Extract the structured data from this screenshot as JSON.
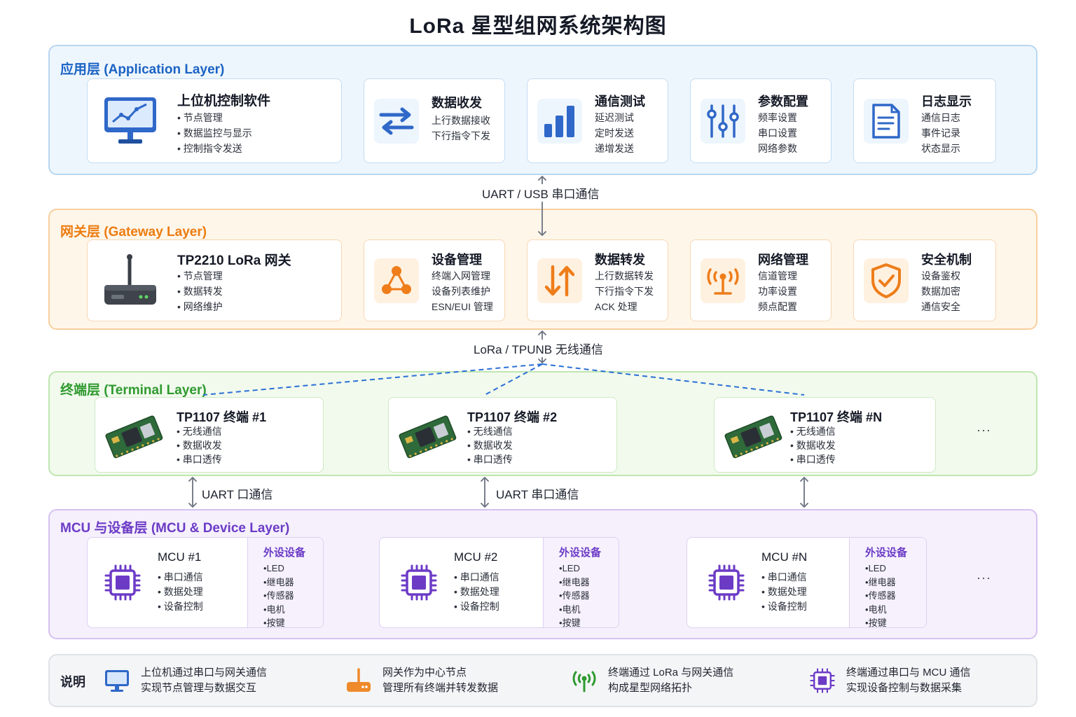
{
  "title": "LoRa 星型组网系统架构图",
  "colors": {
    "app": "#1b63c4",
    "gateway": "#ec7c10",
    "terminal": "#2f9a2f",
    "mcu": "#6c3bc6",
    "connector": "#6b7280",
    "wireless": "#2b6fd6"
  },
  "app_layer": {
    "title": "应用层 (Application Layer)",
    "cards": [
      {
        "icon": "monitor-chart-icon",
        "title": "上位机控制软件",
        "lines": [
          "节点管理",
          "数据监控与显示",
          "控制指令发送"
        ]
      },
      {
        "icon": "swap-arrows-icon",
        "title": "数据收发",
        "lines": [
          "上行数据接收",
          "下行指令下发"
        ]
      },
      {
        "icon": "bar-chart-icon",
        "title": "通信测试",
        "lines": [
          "延迟测试",
          "定时发送",
          "递增发送"
        ]
      },
      {
        "icon": "sliders-icon",
        "title": "参数配置",
        "lines": [
          "频率设置",
          "串口设置",
          "网络参数"
        ]
      },
      {
        "icon": "document-icon",
        "title": "日志显示",
        "lines": [
          "通信日志",
          "事件记录",
          "状态显示"
        ]
      }
    ]
  },
  "conn_app_gateway": "UART / USB 串口通信",
  "gateway_layer": {
    "title": "网关层 (Gateway Layer)",
    "cards": [
      {
        "icon": "gateway-device-icon",
        "title": "TP2210 LoRa 网关",
        "lines": [
          "节点管理",
          "数据转发",
          "网络维护"
        ]
      },
      {
        "icon": "network-nodes-icon",
        "title": "设备管理",
        "lines": [
          "终端入网管理",
          "设备列表维护",
          "ESN/EUI 管理"
        ]
      },
      {
        "icon": "up-down-arrows-icon",
        "title": "数据转发",
        "lines": [
          "上行数据转发",
          "下行指令下发",
          "ACK 处理"
        ]
      },
      {
        "icon": "antenna-signal-icon",
        "title": "网络管理",
        "lines": [
          "信道管理",
          "功率设置",
          "频点配置"
        ]
      },
      {
        "icon": "shield-icon",
        "title": "安全机制",
        "lines": [
          "设备鉴权",
          "数据加密",
          "通信安全"
        ]
      }
    ]
  },
  "conn_gateway_terminal": "LoRa / TPUNB 无线通信",
  "terminal_layer": {
    "title": "终端层 (Terminal Layer)",
    "cards": [
      {
        "icon": "module-board-icon",
        "title": "TP1107 终端 #1",
        "lines": [
          "无线通信",
          "数据收发",
          "串口透传"
        ]
      },
      {
        "icon": "module-board-icon",
        "title": "TP1107 终端 #2",
        "lines": [
          "无线通信",
          "数据收发",
          "串口透传"
        ]
      },
      {
        "icon": "module-board-icon",
        "title": "TP1107 终端 #N",
        "lines": [
          "无线通信",
          "数据收发",
          "串口透传"
        ]
      }
    ],
    "ellipsis": "···"
  },
  "conn_terminal_mcu": [
    "UART 口通信",
    "UART 串口通信"
  ],
  "mcu_layer": {
    "title": "MCU 与设备层 (MCU & Device Layer)",
    "cards": [
      {
        "icon": "chip-icon",
        "title": "MCU #1",
        "lines": [
          "串口通信",
          "数据处理",
          "设备控制"
        ],
        "peripheral_title": "外设设备",
        "peripherals": [
          "LED",
          "继电器",
          "传感器",
          "电机",
          "按键"
        ]
      },
      {
        "icon": "chip-icon",
        "title": "MCU #2",
        "lines": [
          "串口通信",
          "数据处理",
          "设备控制"
        ],
        "peripheral_title": "外设设备",
        "peripherals": [
          "LED",
          "继电器",
          "传感器",
          "电机",
          "按键"
        ]
      },
      {
        "icon": "chip-icon",
        "title": "MCU #N",
        "lines": [
          "串口通信",
          "数据处理",
          "设备控制"
        ],
        "peripheral_title": "外设设备",
        "peripherals": [
          "LED",
          "继电器",
          "传感器",
          "电机",
          "按键"
        ]
      }
    ],
    "ellipsis": "···"
  },
  "legend": {
    "title": "说明",
    "items": [
      {
        "icon": "monitor-icon",
        "line1": "上位机通过串口与网关通信",
        "line2": "实现节点管理与数据交互"
      },
      {
        "icon": "gateway-icon",
        "line1": "网关作为中心节点",
        "line2": "管理所有终端并转发数据"
      },
      {
        "icon": "wireless-icon",
        "line1": "终端通过 LoRa 与网关通信",
        "line2": "构成星型网络拓扑"
      },
      {
        "icon": "chip-icon",
        "line1": "终端通过串口与 MCU 通信",
        "line2": "实现设备控制与数据采集"
      }
    ]
  }
}
